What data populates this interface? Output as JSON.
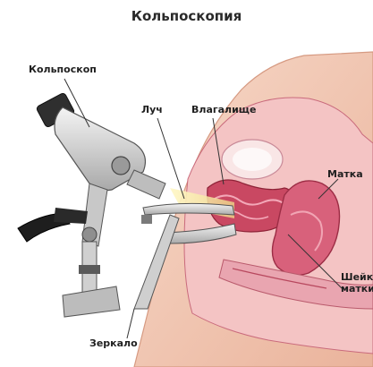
{
  "title": "Кольпоскопия",
  "labels": {
    "colposcope": "Кольпоскоп",
    "beam": "Луч",
    "vagina": "Влагалище",
    "uterus": "Матка",
    "cervix_line1": "Шейка",
    "cervix_line2": "матки",
    "speculum": "Зеркало"
  },
  "colors": {
    "skin": "#f2c9b5",
    "tissue_pink": "#e07a92",
    "tissue_dark": "#b43a55",
    "instrument_gray": "#d9d9d9",
    "instrument_dark": "#3a3a3a",
    "light_beam": "#f3e9a6"
  }
}
